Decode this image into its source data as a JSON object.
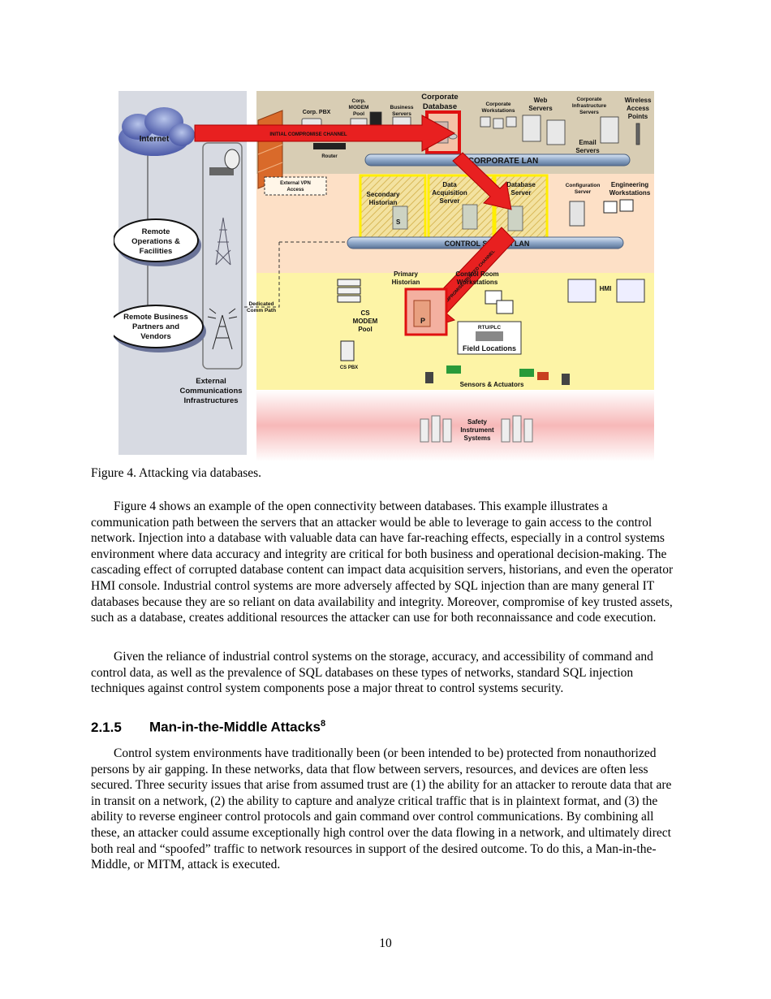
{
  "figure": {
    "labels": {
      "internet": "Internet",
      "remote_ops_1": "Remote",
      "remote_ops_2": "Operations &",
      "remote_ops_3": "Facilities",
      "remote_biz_1": "Remote Business",
      "remote_biz_2": "Partners and",
      "remote_biz_3": "Vendors",
      "ext_comm_1": "External",
      "ext_comm_2": "Communications",
      "ext_comm_3": "Infrastructures",
      "corp_pbx": "Corp. PBX",
      "corp_modem_1": "Corp.",
      "corp_modem_2": "MODEM",
      "corp_modem_3": "Pool",
      "business_servers_1": "Business",
      "business_servers_2": "Servers",
      "corp_db_1": "Corporate",
      "corp_db_2": "Database",
      "corp_ws_1": "Corporate",
      "corp_ws_2": "Workstations",
      "web_servers_1": "Web",
      "web_servers_2": "Servers",
      "corp_infra_1": "Corporate",
      "corp_infra_2": "Infrastructure",
      "corp_infra_3": "Servers",
      "wireless_1": "Wireless",
      "wireless_2": "Access",
      "wireless_3": "Points",
      "email_1": "Email",
      "email_2": "Servers",
      "initial_channel": "INITIAL COMPROMISE CHANNEL",
      "router": "Router",
      "corporate_lan": "CORPORATE LAN",
      "ext_vpn_1": "External VPN",
      "ext_vpn_2": "Access",
      "secondary_hist_1": "Secondary",
      "secondary_hist_2": "Historian",
      "data_acq_1": "Data",
      "data_acq_2": "Acquisition",
      "data_acq_3": "Server",
      "db_server_1": "Database",
      "db_server_2": "Server",
      "config_server_1": "Configuration",
      "config_server_2": "Server",
      "eng_ws_1": "Engineering",
      "eng_ws_2": "Workstations",
      "control_lan": "CONTROL SYSTEM LAN",
      "compromise_channel": "COMPROMISE TRUSTED CHANNEL",
      "dedicated_1": "Dedicated",
      "dedicated_2": "Comm Path",
      "cs_modem_1": "CS",
      "cs_modem_2": "MODEM",
      "cs_modem_3": "Pool",
      "primary_hist_1": "Primary",
      "primary_hist_2": "Historian",
      "control_room_1": "Control Room",
      "control_room_2": "Workstations",
      "hmi": "HMI",
      "rtu": "RTU/PLC",
      "field_locations": "Field Locations",
      "cs_pbx": "CS PBX",
      "sensors": "Sensors & Actuators",
      "safety_1": "Safety",
      "safety_2": "Instrument",
      "safety_3": "Systems",
      "marker_s": "S",
      "marker_p": "P"
    }
  },
  "caption": "Figure 4. Attacking via databases.",
  "paragraph_1": "Figure 4 shows an example of the open connectivity between databases. This example illustrates a communication path between the servers that an attacker would be able to leverage to gain access to the control network. Injection into a database with valuable data can have far-reaching effects, especially in a control systems environment where data accuracy and integrity are critical for both business and operational decision-making. The cascading effect of corrupted database content can impact data acquisition servers, historians, and even the operator HMI console. Industrial control systems are more adversely affected by SQL injection than are many general IT databases because they are so reliant on data availability and integrity. Moreover, compromise of key trusted assets, such as a database, creates additional resources the attacker can use for both reconnaissance and code execution.",
  "paragraph_2": "Given the reliance of industrial control systems on the storage, accuracy, and accessibility of command and control data, as well as the prevalence of SQL databases on these types of networks, standard SQL injection techniques against control system components pose a major threat to control systems security.",
  "section": {
    "number": "2.1.5",
    "title": "Man-in-the-Middle Attacks",
    "footnote": "8"
  },
  "paragraph_3": "Control system environments have traditionally been (or been intended to be) protected from nonauthorized persons by air gapping. In these networks, data that flow between servers, resources, and devices are often less secured. Three security issues that arise from assumed trust are (1) the ability for an attacker to reroute data that are in transit on a network, (2) the ability to capture and analyze critical traffic that is in plaintext format, and (3) the ability to reverse engineer control protocols and gain command over control communications. By combining all these, an attacker could assume exceptionally high control over the data flowing in a network, and ultimately direct both real and “spoofed” traffic to network resources in support of the desired outcome. To do this, a Man-in-the-Middle, or MITM, attack is executed.",
  "page_number": "10"
}
